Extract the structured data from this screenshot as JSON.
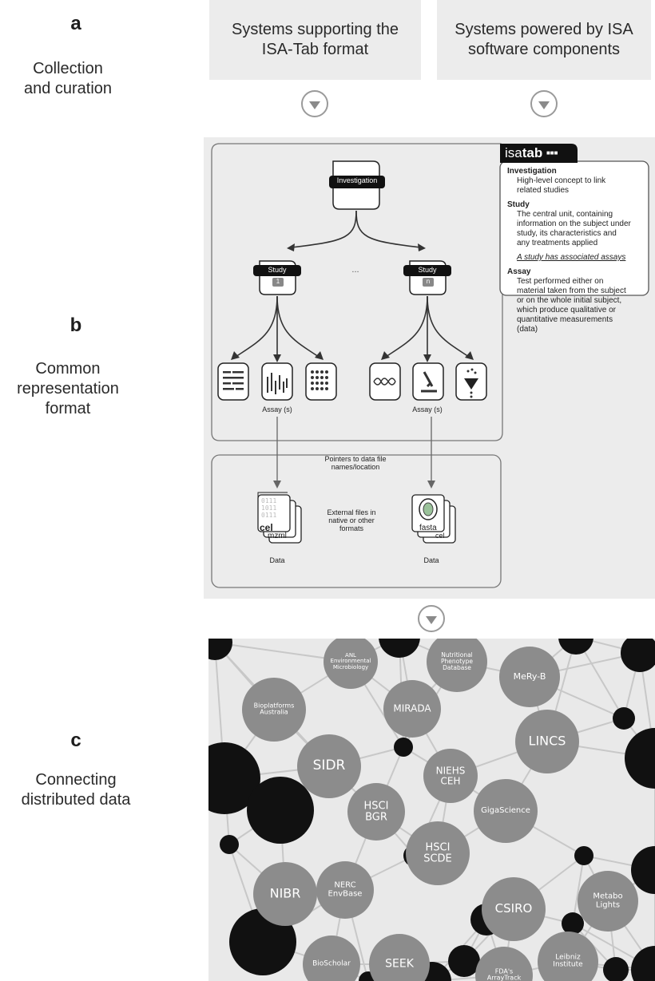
{
  "sections": {
    "a": {
      "letter": "a",
      "label_line1": "Collection",
      "label_line2": "and curation"
    },
    "b": {
      "letter": "b",
      "label_line1": "Common",
      "label_line2": "representation",
      "label_line3": "format"
    },
    "c": {
      "letter": "c",
      "label_line1": "Connecting",
      "label_line2": "distributed data"
    }
  },
  "top_boxes": {
    "left_line1": "Systems supporting the",
    "left_line2": "ISA-Tab format",
    "right_line1": "Systems powered by ISA",
    "right_line2": "software components"
  },
  "isatab": {
    "logo_plain": "isa",
    "logo_bold": "tab",
    "investigation_label": "Investigation",
    "study_label": "Study",
    "study_left_index": "1",
    "study_right_index": "n",
    "ellipsis": "...",
    "assay_left": "Assay (s)",
    "assay_right": "Assay (s)",
    "pointers_line1": "Pointers to data file",
    "pointers_line2": "names/location",
    "external_line1": "External files in",
    "external_line2": "native or other",
    "external_line3": "formats",
    "data_left": "Data",
    "data_right": "Data",
    "file_left_a": "cel",
    "file_left_b": "mzml",
    "file_right_a": "fasta",
    "file_right_b": "cel"
  },
  "legend": {
    "investigation_title": "Investigation",
    "investigation_line1": "High-level concept to link",
    "investigation_line2": "related studies",
    "study_title": "Study",
    "study_line1": "The central unit, containing",
    "study_line2": "information on the subject under",
    "study_line3": "study, its characteristics and",
    "study_line4": "any treatments applied",
    "study_note": "A study has associated assays",
    "assay_title": "Assay",
    "assay_line1": "Test performed either on",
    "assay_line2": "material taken from the subject",
    "assay_line3": "or on the whole initial subject,",
    "assay_line4": "which produce qualitative or",
    "assay_line5": "quantitative measurements",
    "assay_line6": "(data)"
  },
  "network": {
    "nodes": [
      {
        "name": "ANL Environmental Microbiology",
        "lines": [
          "ANL",
          "Environmental",
          "Microbiology"
        ]
      },
      {
        "name": "Nutritional Phenotype Database",
        "lines": [
          "Nutritional",
          "Phenotype",
          "Database"
        ]
      },
      {
        "name": "MeRy-B",
        "lines": [
          "MeRy-B"
        ]
      },
      {
        "name": "Bioplatforms Australia",
        "lines": [
          "Bioplatforms",
          "Australia"
        ]
      },
      {
        "name": "MIRADA",
        "lines": [
          "MIRADA"
        ]
      },
      {
        "name": "LINCS",
        "lines": [
          "LINCS"
        ]
      },
      {
        "name": "SIDR",
        "lines": [
          "SIDR"
        ]
      },
      {
        "name": "NIEHS CEH",
        "lines": [
          "NIEHS",
          "CEH"
        ]
      },
      {
        "name": "HSCI BGR",
        "lines": [
          "HSCI",
          "BGR"
        ]
      },
      {
        "name": "GigaScience",
        "lines": [
          "GigaScience"
        ]
      },
      {
        "name": "HSCI SCDE",
        "lines": [
          "HSCI",
          "SCDE"
        ]
      },
      {
        "name": "NIBR",
        "lines": [
          "NIBR"
        ]
      },
      {
        "name": "NERC EnvBase",
        "lines": [
          "NERC",
          "EnvBase"
        ]
      },
      {
        "name": "Metabo Lights",
        "lines": [
          "Metabo",
          "Lights"
        ]
      },
      {
        "name": "CSIRO",
        "lines": [
          "CSIRO"
        ]
      },
      {
        "name": "SEEK",
        "lines": [
          "SEEK"
        ]
      },
      {
        "name": "BioScholar",
        "lines": [
          "BioScholar"
        ]
      },
      {
        "name": "Leibniz Institute",
        "lines": [
          "Leibniz",
          "Institute"
        ]
      },
      {
        "name": "FDA's ArrayTrack",
        "lines": [
          "FDA's",
          "ArrayTrack"
        ]
      }
    ]
  },
  "colors": {
    "panel_bg": "#ececec",
    "node_grey": "#8c8c8c",
    "node_black": "#111111",
    "edge": "#c8c8c8"
  }
}
